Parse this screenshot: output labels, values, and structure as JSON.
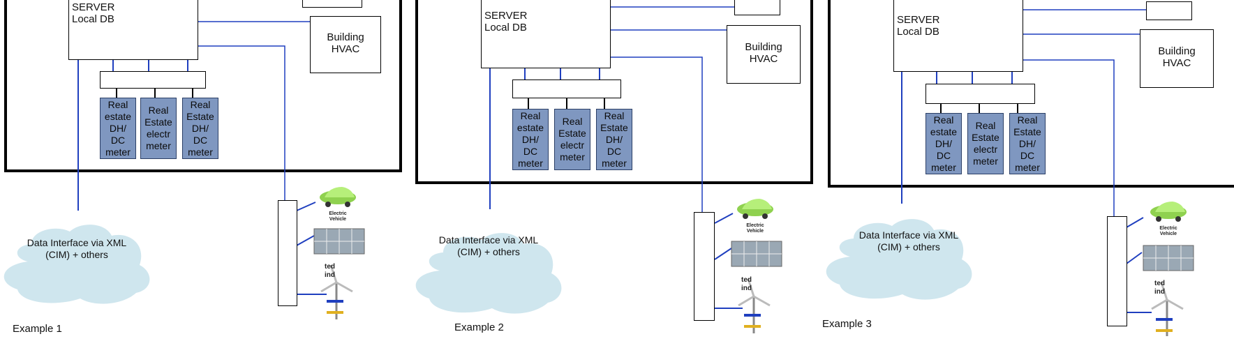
{
  "server": {
    "label": "SERVER\nLocal DB"
  },
  "hvac": {
    "label": "Building\nHVAC"
  },
  "meters": [
    {
      "label": "Real\nestate\nDH/\nDC\nmeter"
    },
    {
      "label": "Real\nEstate\nelectr\nmeter"
    },
    {
      "label": "Real\nEstate\nDH/\nDC\nmeter"
    }
  ],
  "cloud": {
    "label": "Data Interface via XML\n(CIM) + others"
  },
  "ev": {
    "label": "Electric\nVehicle"
  },
  "wind": {
    "label": "ted\nind"
  },
  "examples": [
    "Example 1",
    "Example 2",
    "Example 3"
  ],
  "colors": {
    "frame": "#000000",
    "wire": "#1f3fbf",
    "meter": "#7f97c0",
    "cloud": "#cfe6ee"
  }
}
